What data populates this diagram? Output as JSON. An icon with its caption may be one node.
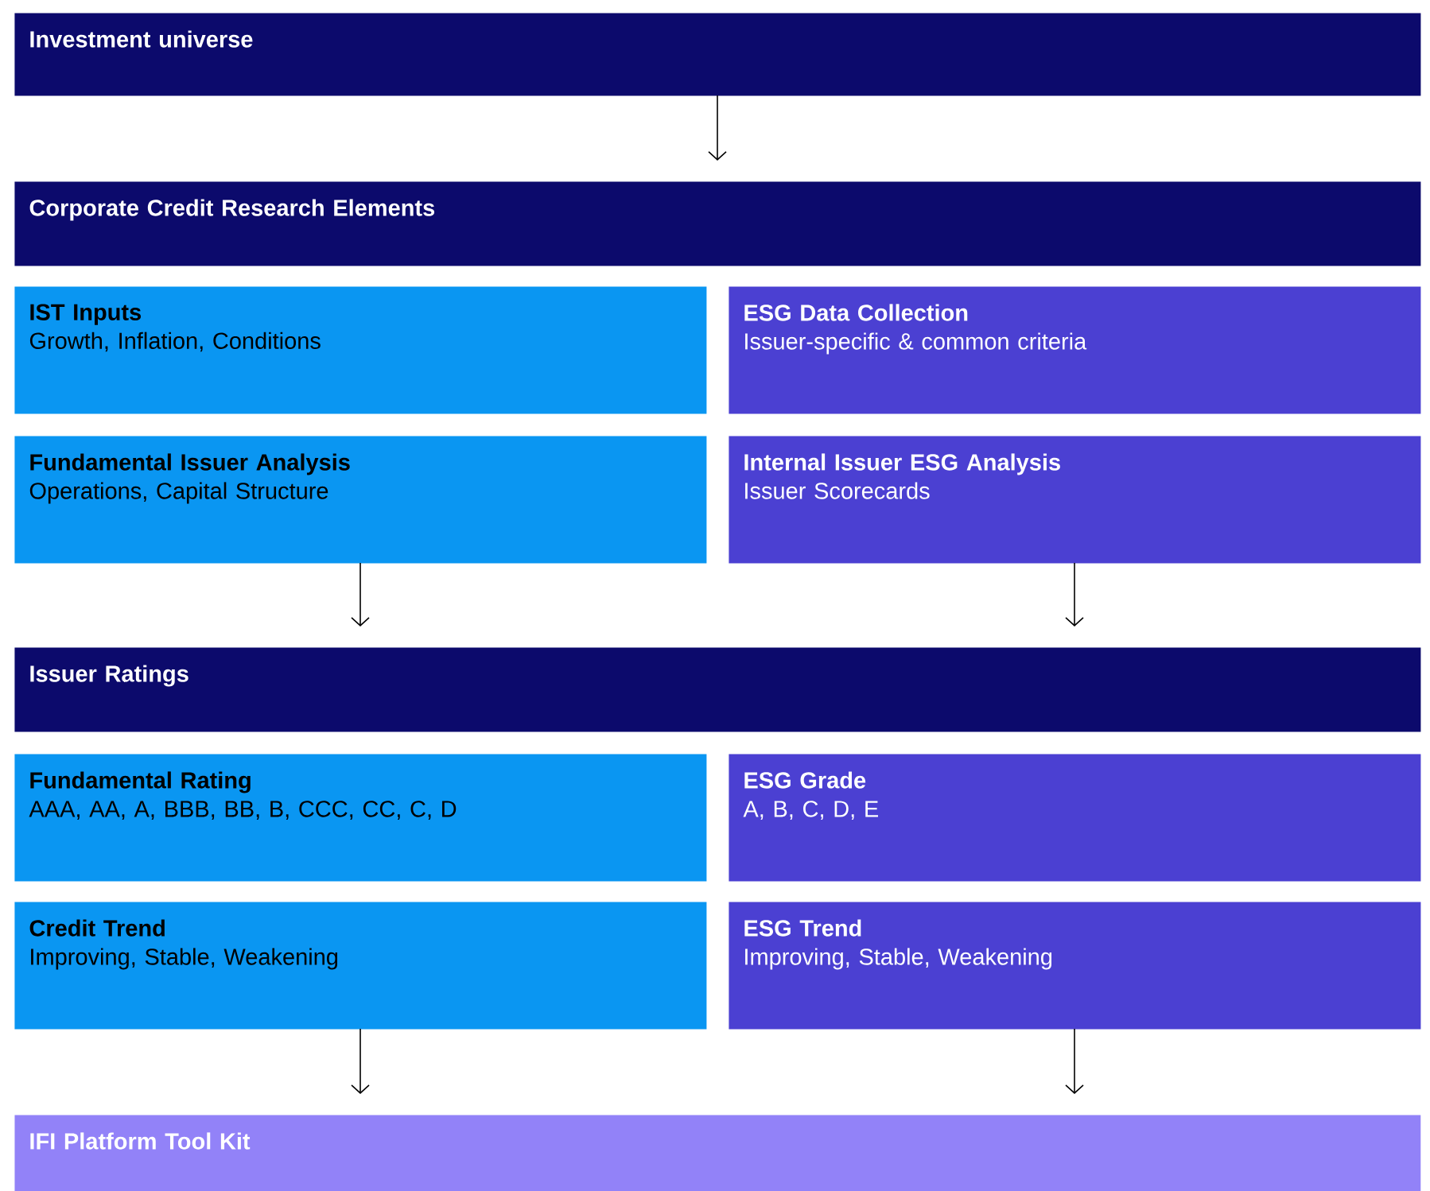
{
  "diagram": {
    "nodes": [
      {
        "text": [
          "Investment universe"
        ]
      },
      {
        "text": [
          "Corporate Credit Research Elements"
        ]
      },
      {
        "text": [
          "IST Inputs",
          "Growth, Inflation, Conditions"
        ]
      },
      {
        "text": [
          "ESG Data Collection",
          "Issuer-specific & common criteria"
        ]
      },
      {
        "text": [
          "Fundamental Issuer Analysis",
          "Operations, Capital Structure"
        ]
      },
      {
        "text": [
          "Internal Issuer ESG Analysis",
          "Issuer Scorecards"
        ]
      },
      {
        "text": [
          "Issuer Ratings"
        ]
      },
      {
        "text": [
          "Fundamental Rating",
          "AAA, AA, A, BBB, BB, B, CCC, CC, C, D"
        ]
      },
      {
        "text": [
          "ESG Grade",
          "A, B, C, D, E"
        ]
      },
      {
        "text": [
          "Credit Trend",
          "Improving, Stable, Weakening"
        ]
      },
      {
        "text": [
          "ESG Trend",
          "Improving, Stable, Weakening"
        ]
      },
      {
        "text": [
          "IFI Platform Tool Kit"
        ]
      }
    ],
    "edges": [
      {
        "from": 0,
        "to": 1,
        "arrow": "to"
      },
      {
        "from": 4,
        "to": 6,
        "arrow": "to"
      },
      {
        "from": 5,
        "to": 6,
        "arrow": "to"
      },
      {
        "from": 9,
        "to": 11,
        "arrow": "to"
      },
      {
        "from": 10,
        "to": 11,
        "arrow": "to"
      }
    ]
  }
}
